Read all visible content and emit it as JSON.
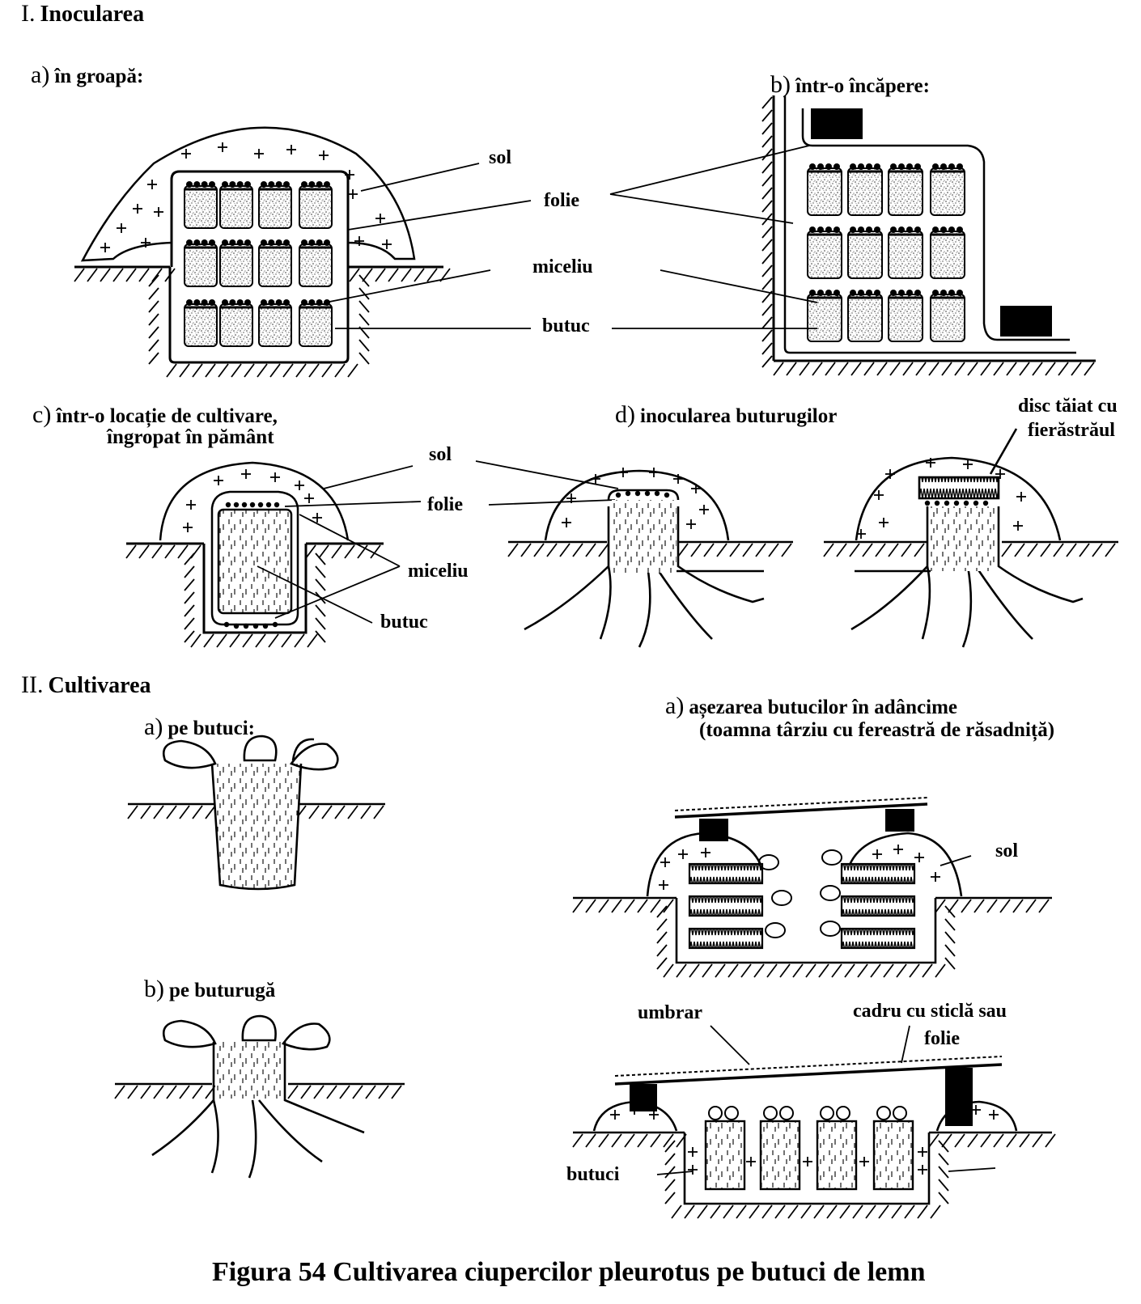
{
  "section1": {
    "number": "I.",
    "title": "Inocularea"
  },
  "s1a": {
    "letter": "a)",
    "title": "în groapă:",
    "labels": {
      "sol": "sol",
      "folie": "folie",
      "miceliu": "miceliu",
      "butuc": "butuc"
    }
  },
  "s1b": {
    "letter": "b)",
    "title": "într-o încăpere:"
  },
  "s1c": {
    "letter": "c)",
    "title_line1": "într-o locație de cultivare,",
    "title_line2": "îngropat în pământ",
    "labels": {
      "sol": "sol",
      "folie": "folie",
      "miceliu": "miceliu",
      "butuc": "butuc"
    }
  },
  "s1d": {
    "letter": "d)",
    "title": "inocularea buturugilor",
    "disc_line1": "disc tăiat cu",
    "disc_line2": "fierăstrăul"
  },
  "section2": {
    "number": "II.",
    "title": "Cultivarea"
  },
  "s2a": {
    "letter": "a)",
    "title": "pe butuci:"
  },
  "s2b": {
    "letter": "b)",
    "title": "pe buturugă"
  },
  "s2c": {
    "letter": "a)",
    "title_line1": "așezarea butucilor în adâncime",
    "title_line2": "(toamna târziu cu fereastră de răsadniță)",
    "labels": {
      "sol": "sol",
      "umbrar": "umbrar",
      "cadru_line1": "cadru cu sticlă sau",
      "cadru_line2": "folie",
      "butuci": "butuci"
    }
  },
  "caption": "Figura 54 Cultivarea ciupercilor pleurotus pe butuci de lemn"
}
